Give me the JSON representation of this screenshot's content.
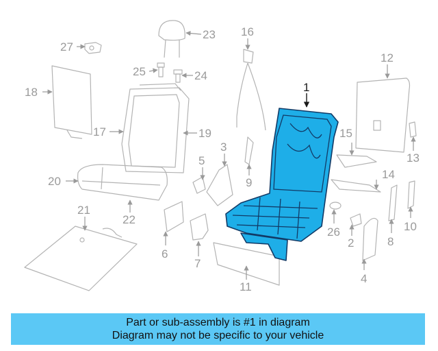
{
  "diagram": {
    "highlight_color": "#1eaee8",
    "highlighted_part": "1",
    "callouts": [
      "1",
      "2",
      "3",
      "4",
      "5",
      "6",
      "7",
      "8",
      "9",
      "10",
      "11",
      "12",
      "13",
      "14",
      "15",
      "16",
      "17",
      "18",
      "19",
      "20",
      "21",
      "22",
      "23",
      "24",
      "25",
      "26",
      "27"
    ]
  },
  "caption": {
    "line1": "Part or sub-assembly is #1 in diagram",
    "line2": "Diagram may not be specific to your vehicle",
    "background": "#5bc8f5"
  }
}
